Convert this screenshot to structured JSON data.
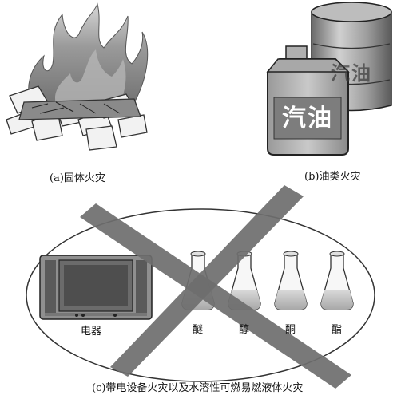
{
  "panels": {
    "a": {
      "caption": "(a)固体火灾"
    },
    "b": {
      "caption": "(b)油类火灾",
      "canister_text": "汽油",
      "drum_text": "汽油"
    },
    "c": {
      "caption": "(c)带电设备火灾以及水溶性可燃易燃液体火灾",
      "tv_label": "电器",
      "flasks": [
        "醚",
        "醇",
        "酮",
        "酯"
      ]
    }
  }
}
